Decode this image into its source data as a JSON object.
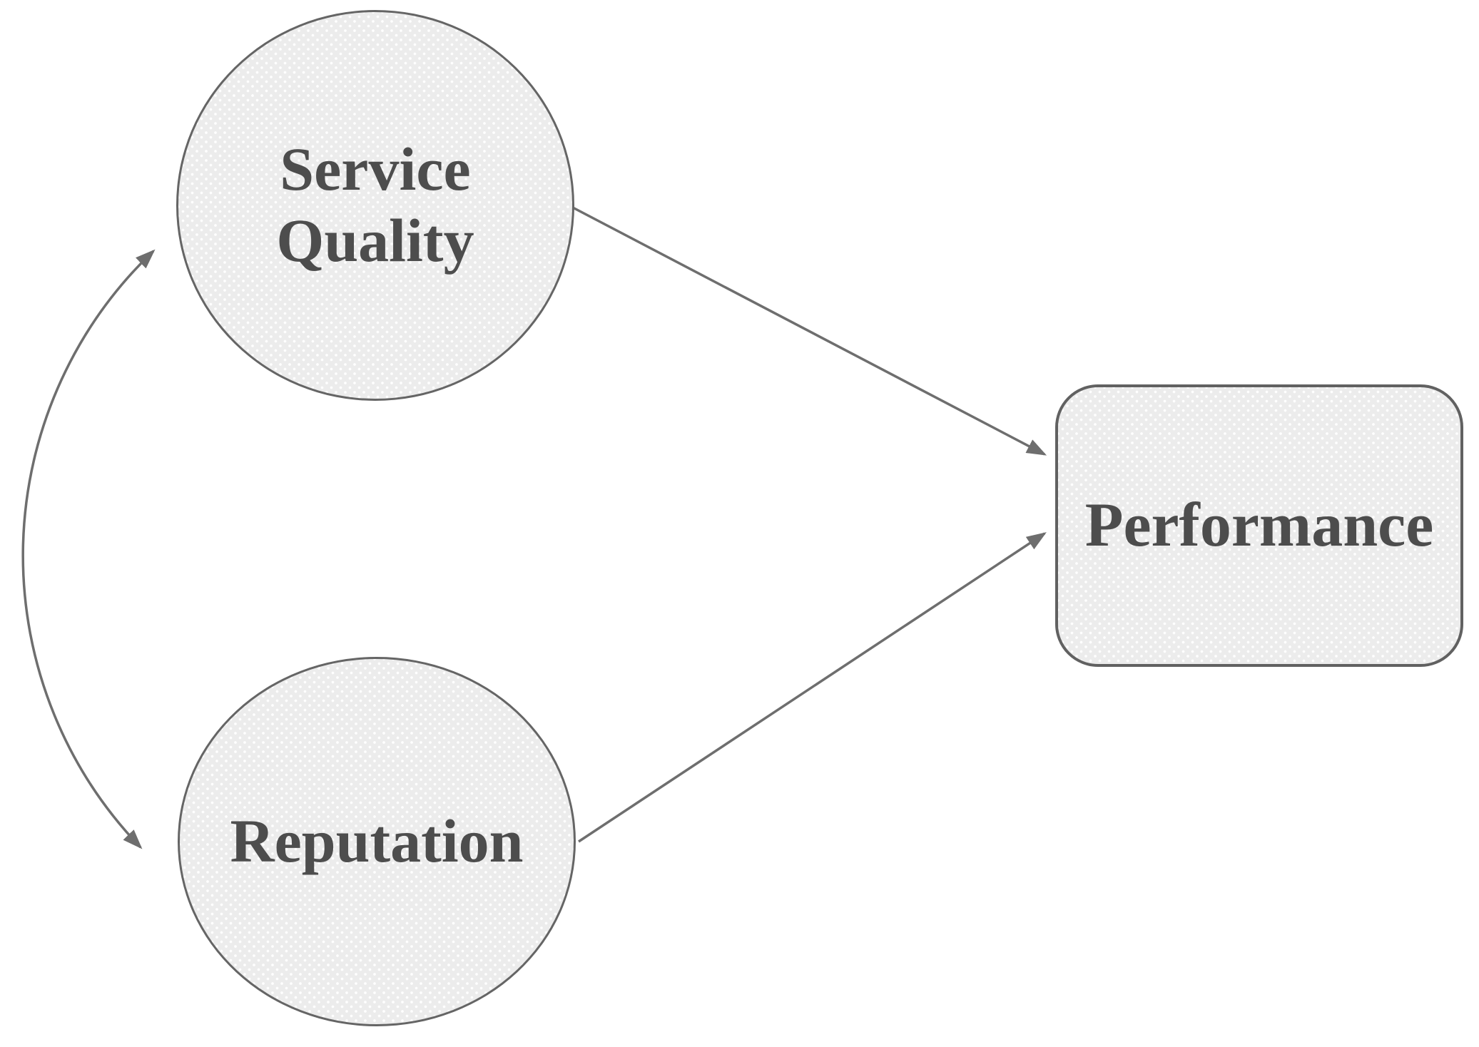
{
  "diagram": {
    "type": "conceptual-model",
    "nodes": {
      "service_quality": {
        "label": "Service Quality",
        "lines": [
          "Service",
          "Quality"
        ],
        "shape": "circle"
      },
      "reputation": {
        "label": "Reputation",
        "lines": [
          "Reputation"
        ],
        "shape": "circle"
      },
      "performance": {
        "label": "Performance",
        "lines": [
          "Performance"
        ],
        "shape": "rounded-rectangle"
      }
    },
    "edges": [
      {
        "from": "Service Quality",
        "to": "Performance",
        "style": "straight",
        "direction": "one-way"
      },
      {
        "from": "Reputation",
        "to": "Performance",
        "style": "straight",
        "direction": "one-way"
      },
      {
        "from": "Service Quality",
        "to": "Reputation",
        "style": "curved",
        "direction": "two-way"
      }
    ],
    "colors": {
      "background": "#ffffff",
      "node_fill": "#ececec",
      "node_border": "#656565",
      "label_text": "#4d4d4d",
      "arrow": "#6e6e6e"
    }
  }
}
